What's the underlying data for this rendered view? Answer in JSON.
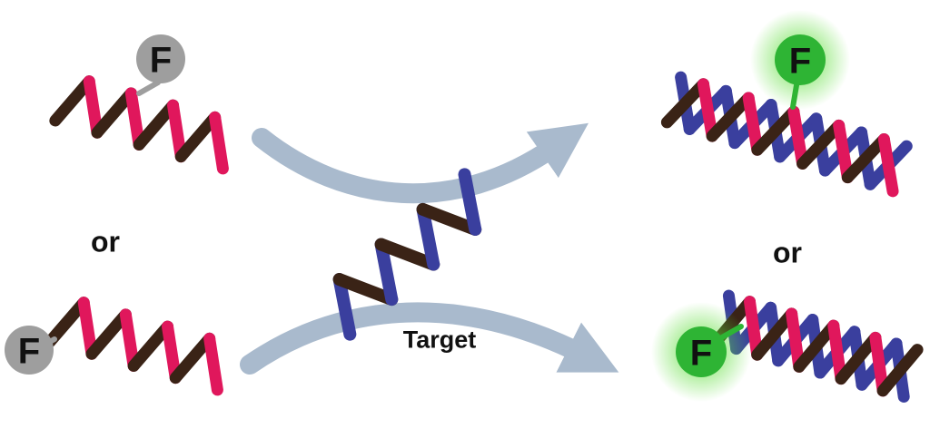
{
  "diagram": {
    "fluorophore_label": "F",
    "or_label": "or",
    "target_label": "Target"
  },
  "colors": {
    "strand_dark": "#3a2316",
    "strand_pink": "#e0175c",
    "strand_blue": "#3a3f9e",
    "arrow": "#a9bacd",
    "quencher_gray": "#9e9e9e",
    "fluor_green": "#2eb434",
    "glow_green": "#5ede3a",
    "ink": "#111111"
  }
}
